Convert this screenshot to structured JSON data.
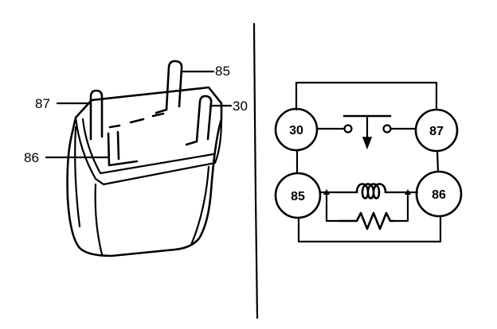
{
  "left_view": {
    "pin_labels": {
      "pin_87": "87",
      "pin_85": "85",
      "pin_30": "30",
      "pin_86": "86"
    }
  },
  "schematic": {
    "terminals": {
      "t30": "30",
      "t87": "87",
      "t85": "85",
      "t86": "86"
    }
  },
  "colors": {
    "ink": "#000000",
    "background": "#ffffff"
  }
}
